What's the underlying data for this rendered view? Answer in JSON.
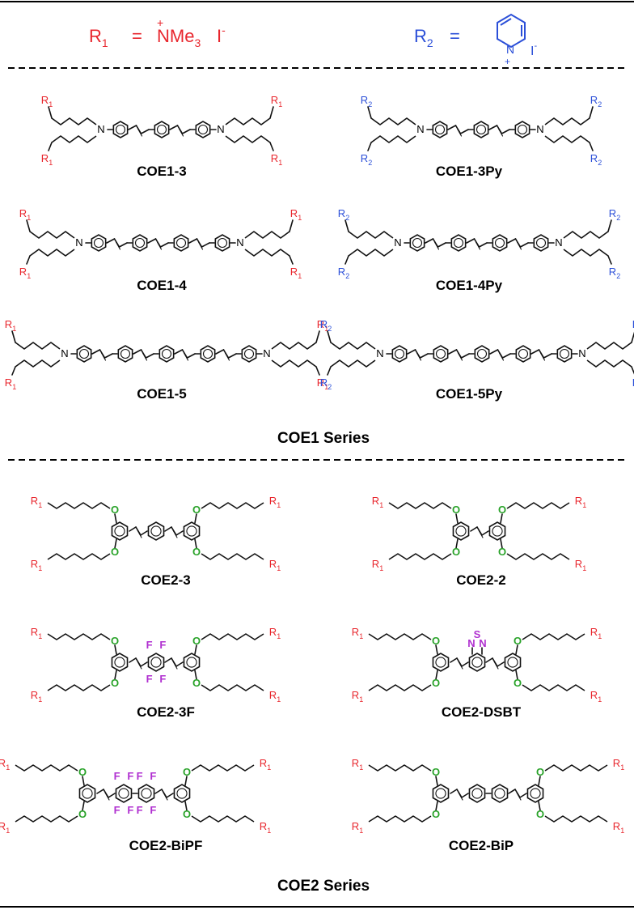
{
  "colors": {
    "r1": "#e8262d",
    "r2": "#2b4fd8",
    "oxygen": "#2aa32a",
    "fluorine": "#b030d0",
    "bond": "#111111"
  },
  "header": {
    "r1_symbol": "R",
    "r1_sub": "1",
    "r1_eq": "=",
    "r1_plus": "+",
    "r1_group": "NMe",
    "r1_group_sub": "3",
    "r1_counter": "I",
    "r1_counter_sup": "-",
    "r2_symbol": "R",
    "r2_sub": "2",
    "r2_eq": "=",
    "r2_ring_n": "N",
    "r2_plus": "+",
    "r2_counter": "I",
    "r2_counter_sup": "-"
  },
  "coe1": {
    "molecules": [
      {
        "label": "COE1-3",
        "r": "R",
        "r_sub": "1",
        "units": 3
      },
      {
        "label": "COE1-3Py",
        "r": "R",
        "r_sub": "2",
        "units": 3
      },
      {
        "label": "COE1-4",
        "r": "R",
        "r_sub": "1",
        "units": 4
      },
      {
        "label": "COE1-4Py",
        "r": "R",
        "r_sub": "2",
        "units": 4
      },
      {
        "label": "COE1-5",
        "r": "R",
        "r_sub": "1",
        "units": 5
      },
      {
        "label": "COE1-5Py",
        "r": "R",
        "r_sub": "2",
        "units": 5
      }
    ],
    "series_title": "COE1 Series"
  },
  "coe2": {
    "molecules": [
      {
        "label": "COE2-3",
        "core": "phenyl"
      },
      {
        "label": "COE2-2",
        "core": "none"
      },
      {
        "label": "COE2-3F",
        "core": "tetrafluorophenyl"
      },
      {
        "label": "COE2-DSBT",
        "core": "thiadiazole"
      },
      {
        "label": "COE2-BiPF",
        "core": "octafluorobiphenyl"
      },
      {
        "label": "COE2-BiP",
        "core": "biphenyl"
      }
    ],
    "series_title": "COE2 Series",
    "oxygen_symbol": "O",
    "fluorine_symbol": "F",
    "n_symbol": "N",
    "s_symbol": "S",
    "r": "R",
    "r_sub": "1"
  }
}
